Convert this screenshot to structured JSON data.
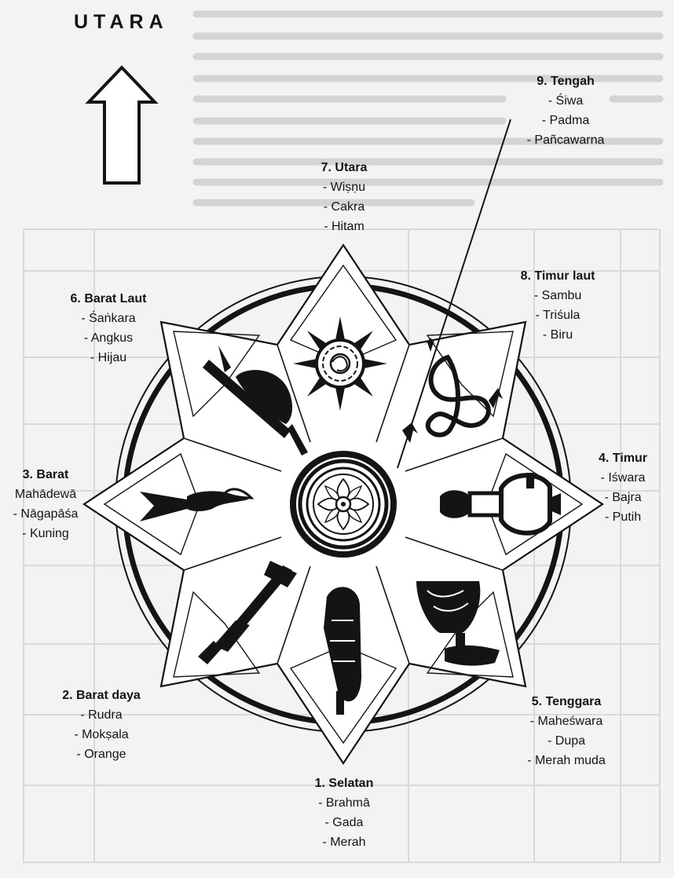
{
  "compass": {
    "north_label": "UTARA"
  },
  "directions": [
    {
      "title": "1. Selatan",
      "lines": [
        "- Brahmā",
        "- Gada",
        "- Merah"
      ]
    },
    {
      "title": "2. Barat daya",
      "lines": [
        "- Rudra",
        "- Mokṣala",
        "- Orange"
      ]
    },
    {
      "title": "3. Barat",
      "lines": [
        "Mahādewā",
        "- Nāgapāśa",
        "- Kuning"
      ]
    },
    {
      "title": "4. Timur",
      "lines": [
        "- Iśwara",
        "- Bajra",
        "- Putih"
      ]
    },
    {
      "title": "5. Tenggara",
      "lines": [
        "- Maheśwara",
        "- Dupa",
        "- Merah muda"
      ]
    },
    {
      "title": "6. Barat Laut",
      "lines": [
        "- Śaṅkara",
        "- Angkus",
        "- Hijau"
      ]
    },
    {
      "title": "7. Utara",
      "lines": [
        "- Wiṣṇu",
        "- Cakra",
        "- Hitam"
      ]
    },
    {
      "title": "8. Timur laut",
      "lines": [
        "- Sambu",
        "- Triśula",
        "- Biru"
      ]
    },
    {
      "title": "9. Tengah",
      "lines": [
        "- Śiwa",
        "- Padma",
        "- Pañcawarna"
      ]
    }
  ],
  "colors": {
    "ink": "#141414",
    "paper": "#f3f3f1",
    "bleed": "#b9b9b9"
  }
}
